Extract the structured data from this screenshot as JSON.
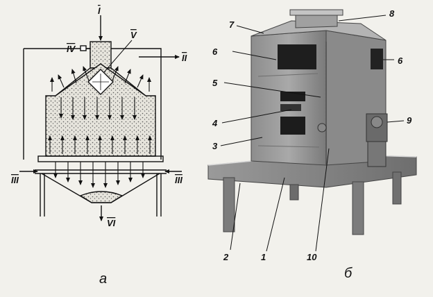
{
  "diagram_a": {
    "caption": "а",
    "streams": {
      "I": "I",
      "II": "II",
      "III_left": "III",
      "III_right": "III",
      "IV": "IV",
      "V": "V",
      "VI": "VI"
    }
  },
  "diagram_b": {
    "caption": "б",
    "callouts": [
      "1",
      "2",
      "3",
      "4",
      "5",
      "6",
      "6",
      "7",
      "8",
      "9",
      "10"
    ]
  }
}
